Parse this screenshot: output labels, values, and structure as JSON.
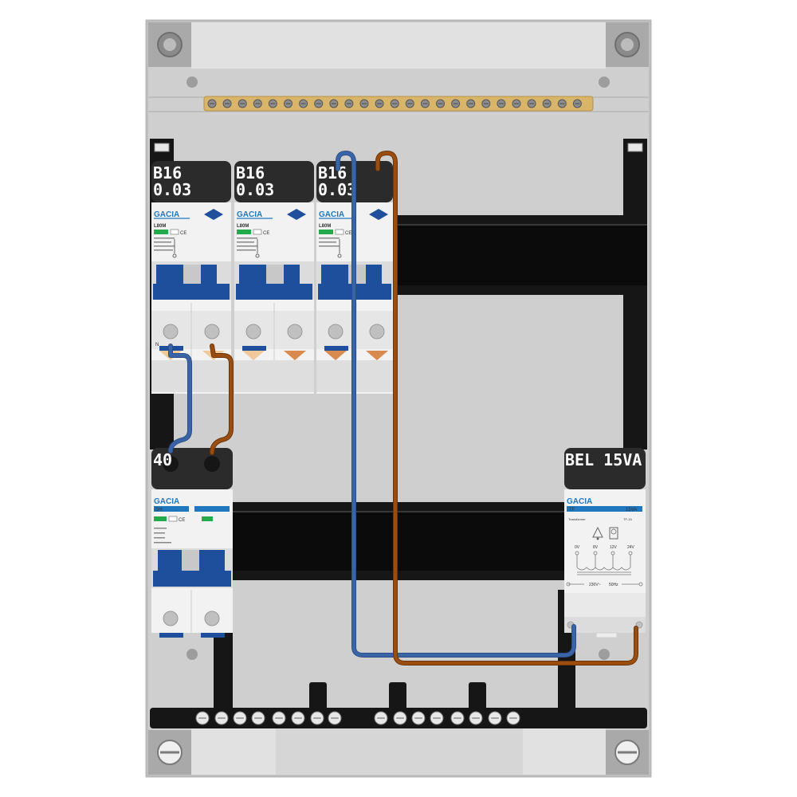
{
  "colors": {
    "enclosure": "#cfcfcf",
    "enclosure_edge": "#b9b9b9",
    "rail": "#161616",
    "breaker_body": "#f2f2f2",
    "toggle_blue": "#1d4f9c",
    "brand_blue": "#1f77c0",
    "neutral_wire": "#3a64a8",
    "live_wire": "#9a4d10",
    "brass": "#d9b56a",
    "label_dark": "#2b2b2b",
    "indicator_green": "#24a94b"
  },
  "rcbos": [
    {
      "label_line1": "B16",
      "label_line2": "0.03",
      "brand": "GACIA",
      "model": "L80M",
      "mark": "CE",
      "terminal_n": "N"
    },
    {
      "label_line1": "B16",
      "label_line2": "0.03",
      "brand": "GACIA",
      "model": "L80M",
      "mark": "CE"
    },
    {
      "label_line1": "B16",
      "label_line2": "0.03",
      "brand": "GACIA",
      "model": "L80M",
      "mark": "CE"
    }
  ],
  "main_switch": {
    "label": "40",
    "brand": "GACIA",
    "model": "DH",
    "mark": "CE"
  },
  "transformer": {
    "label": "BEL 15VA",
    "brand": "GACIA",
    "model": "TF",
    "rating": "15VA",
    "subtitle": "Transformer",
    "code": "TF-15",
    "taps": [
      "0V",
      "8V",
      "12V",
      "24V"
    ],
    "input_voltage": "230V~",
    "frequency": "50Hz"
  }
}
